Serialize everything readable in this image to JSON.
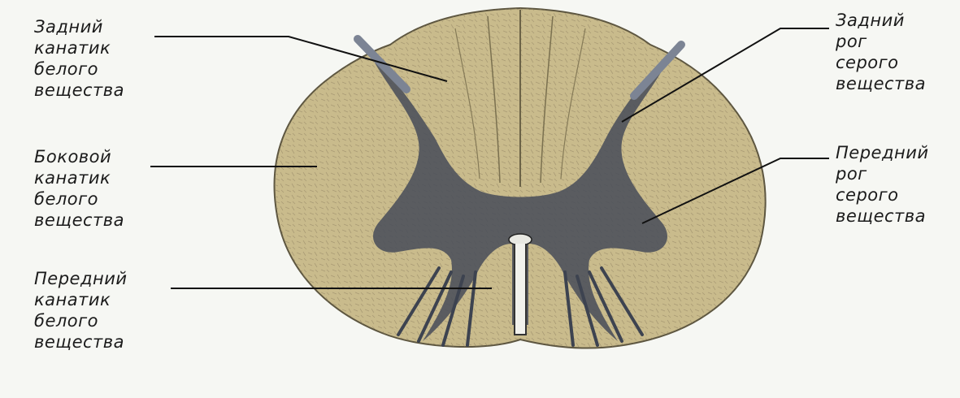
{
  "colors": {
    "background": "#f6f7f3",
    "white_matter": "#c9bb8c",
    "gray_matter": "#4a4f5a",
    "outline": "#5d5640",
    "leader_line": "#111111"
  },
  "labels": {
    "posterior_funiculus": [
      "Задний",
      "канатик",
      "белого",
      "вещества"
    ],
    "lateral_funiculus": [
      "Боковой",
      "канатик",
      "белого",
      "вещества"
    ],
    "anterior_funiculus": [
      "Передний",
      "канатик",
      "белого",
      "вещества"
    ],
    "posterior_horn": [
      "Задний",
      "рог",
      "серого",
      "вещества"
    ],
    "anterior_horn": [
      "Передний",
      "рог",
      "серого",
      "вещества"
    ]
  }
}
